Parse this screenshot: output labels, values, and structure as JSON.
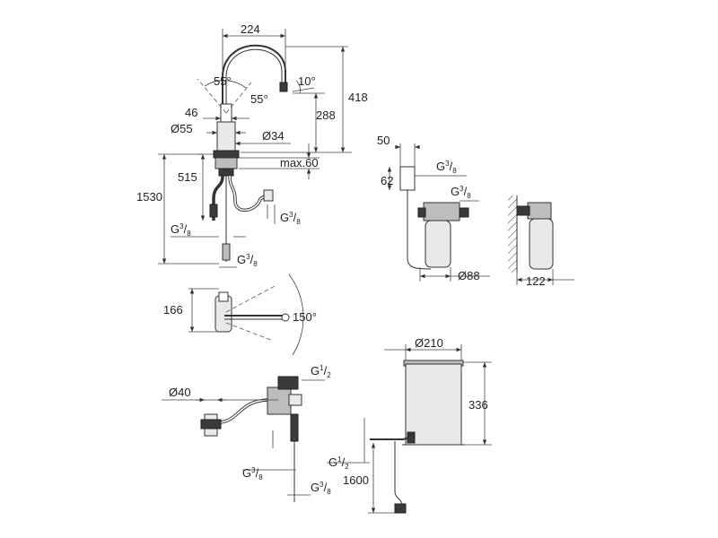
{
  "dimensions": {
    "spout_reach": "224",
    "spout_angle": "10°",
    "lever_angle_1": "55°",
    "lever_angle_2": "55°",
    "total_height": "418",
    "outlet_height": "288",
    "lever_width": "46",
    "body_diameter": "Ø55",
    "hole_diameter": "Ø34",
    "counter_thickness": "max.60",
    "hose_515": "515",
    "hose_length_1530": "1530",
    "swivel_depth": "166",
    "swivel_angle": "150°",
    "connector_diameter": "Ø40",
    "filter_top": "50",
    "filter_height": "62",
    "filter_diameter": "Ø88",
    "wall_depth": "122",
    "boiler_diameter": "Ø210",
    "boiler_height": "336",
    "boiler_cable": "1600"
  },
  "threads": {
    "g38_main": {
      "letter": "G",
      "num": "3",
      "den": "8"
    },
    "g38_side": {
      "letter": "G",
      "num": "3",
      "den": "8"
    },
    "g38_bottom": {
      "letter": "G",
      "num": "3",
      "den": "8"
    },
    "g38_filter_a": {
      "letter": "G",
      "num": "3",
      "den": "8"
    },
    "g38_filter_b": {
      "letter": "G",
      "num": "3",
      "den": "8"
    },
    "g12_valve": {
      "letter": "G",
      "num": "1",
      "den": "2"
    },
    "g38_valve_a": {
      "letter": "G",
      "num": "3",
      "den": "8"
    },
    "g38_valve_b": {
      "letter": "G",
      "num": "3",
      "den": "8"
    },
    "g12_boiler": {
      "letter": "G",
      "num": "1",
      "den": "2"
    }
  }
}
